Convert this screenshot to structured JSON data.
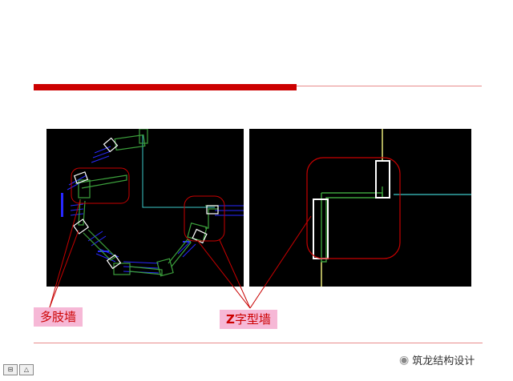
{
  "slide": {
    "label_left": "多肢墙",
    "label_right_prefix": "Z",
    "label_right_suffix": "字型墙",
    "brand": "筑龙结构设计",
    "colors": {
      "accent_red": "#cc0000",
      "label_bg": "#f6b8d6",
      "cad_bg": "#000000",
      "wall_green": "#3ca03c",
      "wall_white": "#ffffff",
      "axis_cyan": "#3cc8c8",
      "axis_yellow": "#e6e678",
      "dim_blue": "#2828ff",
      "callout_red": "#c80000"
    },
    "nav_icons": [
      "slide-menu-icon",
      "slide-prev-icon"
    ]
  }
}
